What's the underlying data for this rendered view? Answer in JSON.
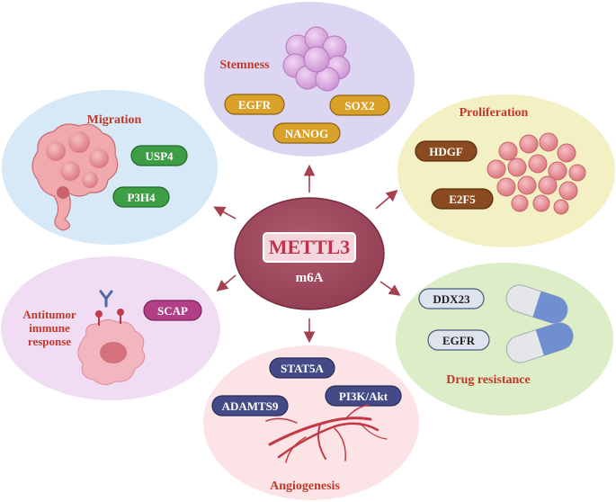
{
  "center": {
    "title": "METTL3",
    "subtitle": "m6A"
  },
  "colors": {
    "center_fill": "#a04a5e",
    "center_title": "#c0324c",
    "title_red": "#c0392b",
    "stemness_bg": "#dcd6f2",
    "migration_bg": "#d7e8f6",
    "proliferation_bg": "#f3f0c4",
    "drug_bg": "#dcedc8",
    "angio_bg": "#fbe3e6",
    "antitumor_bg": "#f0dcf3"
  },
  "modules": {
    "stemness": {
      "title": "Stemness",
      "genes": [
        "EGFR",
        "SOX2",
        "NANOG"
      ]
    },
    "migration": {
      "title": "Migration",
      "genes": [
        "USP4",
        "P3H4"
      ]
    },
    "proliferation": {
      "title": "Proliferation",
      "genes": [
        "HDGF",
        "E2F5"
      ]
    },
    "drug": {
      "title": "Drug resistance",
      "genes": [
        "DDX23",
        "EGFR"
      ]
    },
    "angio": {
      "title": "Angiogenesis",
      "genes": [
        "STAT5A",
        "PI3K/Akt",
        "ADAMTS9"
      ]
    },
    "antitumor": {
      "title_lines": [
        "Antitumor",
        "immune",
        "response"
      ],
      "genes": [
        "SCAP"
      ]
    }
  },
  "icons": {
    "stemness": "stem-cell-cluster-icon",
    "migration": "migrating-cell-icon",
    "proliferation": "proliferating-cells-icon",
    "drug": "capsule-icon",
    "angio": "blood-vessel-icon",
    "antitumor": "antibody-receptor-icon"
  }
}
